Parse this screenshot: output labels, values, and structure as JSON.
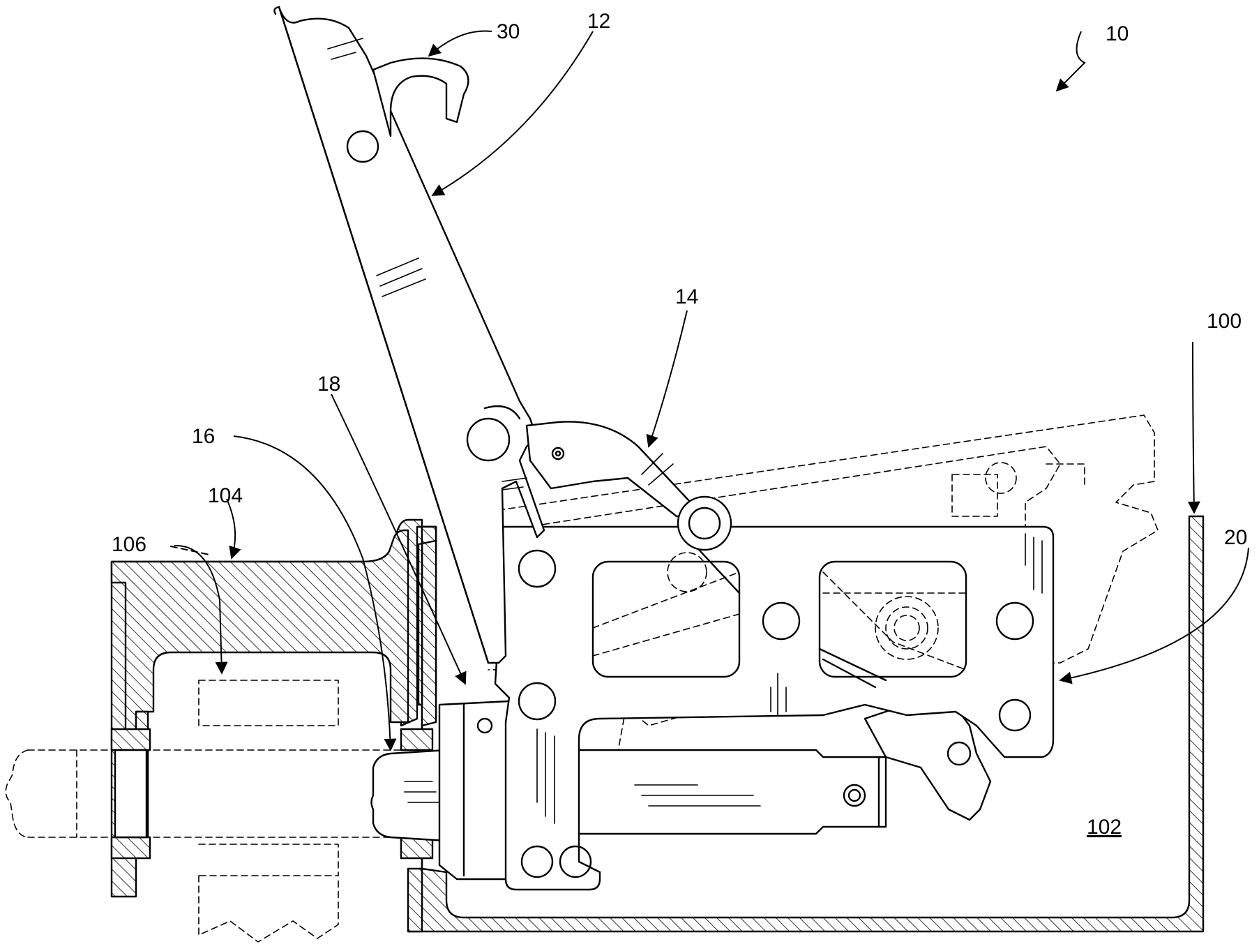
{
  "figure": {
    "labels": {
      "assembly": "10",
      "handle": "12",
      "link": "14",
      "plunger": "16",
      "guide": "18",
      "bracket": "20",
      "hook": "30",
      "housing": "100",
      "cavity": "102",
      "frame": "104",
      "part": "106"
    }
  }
}
